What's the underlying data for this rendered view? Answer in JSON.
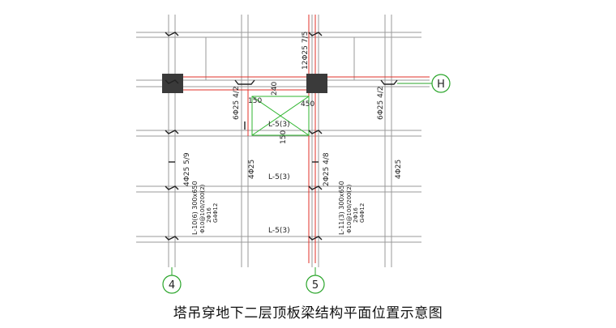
{
  "caption": "塔吊穿地下二层顶板梁结构平面位置示意图",
  "axes": {
    "col4": "4",
    "col5": "5",
    "rowH": "H"
  },
  "labels": {
    "top_rebar": "12Φ25 7/5",
    "left_rebar": "6Φ25 4/2",
    "right_rebar": "6Φ25 4/2",
    "dim_240": "240",
    "dim_150_left": "150",
    "dim_450": "450",
    "dim_150_bottom": "150",
    "beam_L5_a": "L-5(3)",
    "beam_L5_b": "L-5(3)",
    "beam_L5_c": "L-5(3)",
    "rebar_4_25_59": "4Φ25 5/9",
    "rebar_4_25_mid": "4Φ25",
    "rebar_2_25_48": "2Φ25 4/8",
    "rebar_4_25_right": "4Φ25",
    "beam_L10_l1": "L-10(6) 300x650",
    "beam_L10_l2": "Φ10@100/200(2)",
    "beam_L10_l3": "2Φ16",
    "beam_L10_l4": "G4Φ12",
    "beam_L11_l1": "L-11(3) 300x650",
    "beam_L11_l2": "Φ10@100/200(2)",
    "beam_L11_l3": "2Φ16",
    "beam_L11_l4": "G4Φ12"
  },
  "colors": {
    "beam_line": "#9a9a9a",
    "column_fill": "#3a3a3a",
    "axis_red": "#e0302a",
    "opening_green": "#2fb52f",
    "axis_bubble": "#2aa52a"
  }
}
